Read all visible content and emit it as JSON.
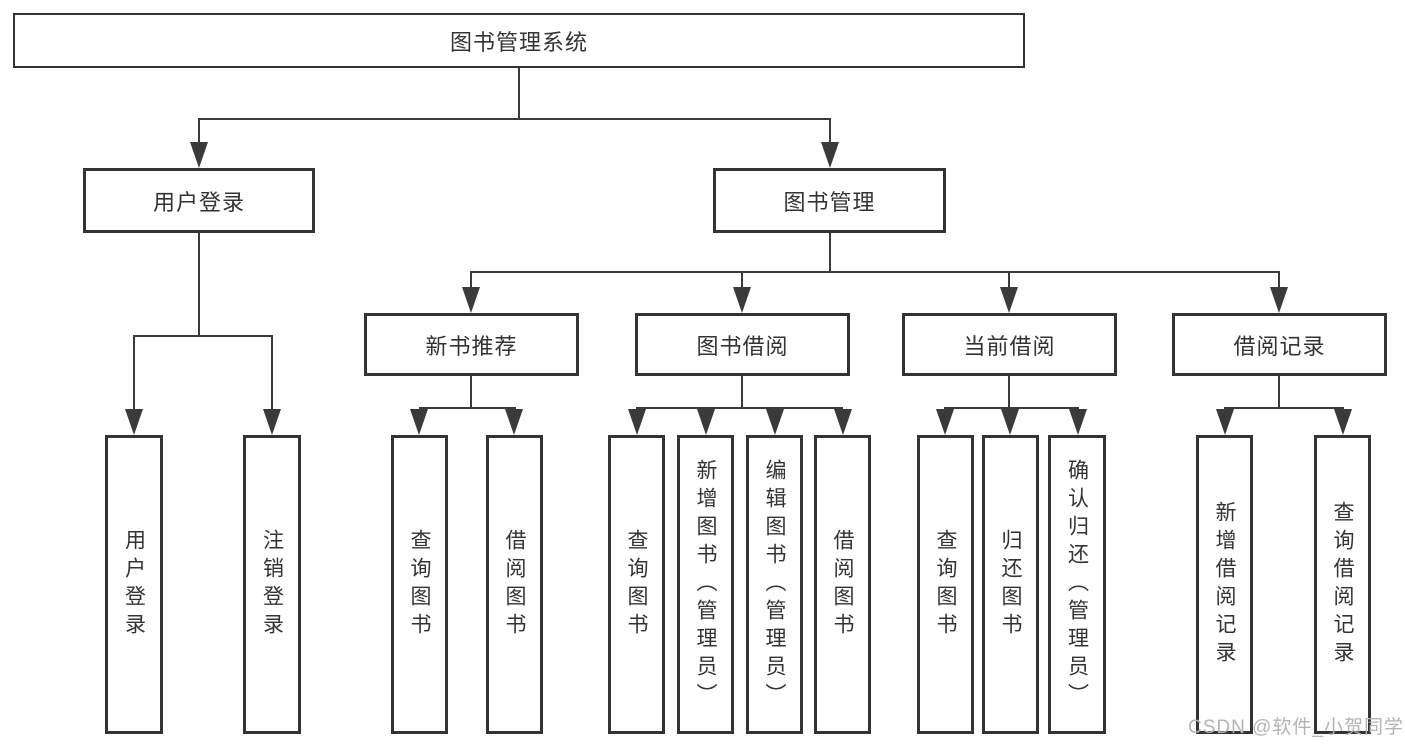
{
  "watermark": "CSDN @软件_小贺同学",
  "colors": {
    "box_border": "#333333",
    "connector": "#3a3a3a",
    "text": "#333333",
    "watermark_text": "#b4b4b4",
    "background": "#ffffff"
  },
  "tree": {
    "root": {
      "label": "图书管理系统",
      "children": [
        {
          "label": "用户登录",
          "children": [
            {
              "label": "用户登录"
            },
            {
              "label": "注销登录"
            }
          ]
        },
        {
          "label": "图书管理",
          "children": [
            {
              "label": "新书推荐",
              "children": [
                {
                  "label": "查询图书"
                },
                {
                  "label": "借阅图书"
                }
              ]
            },
            {
              "label": "图书借阅",
              "children": [
                {
                  "label": "查询图书"
                },
                {
                  "label": "新增图书（管理员）"
                },
                {
                  "label": "编辑图书（管理员）"
                },
                {
                  "label": "借阅图书"
                }
              ]
            },
            {
              "label": "当前借阅",
              "children": [
                {
                  "label": "查询图书"
                },
                {
                  "label": "归还图书"
                },
                {
                  "label": "确认归还（管理员）"
                }
              ]
            },
            {
              "label": "借阅记录",
              "children": [
                {
                  "label": "新增借阅记录"
                },
                {
                  "label": "查询借阅记录"
                }
              ]
            }
          ]
        }
      ]
    }
  }
}
